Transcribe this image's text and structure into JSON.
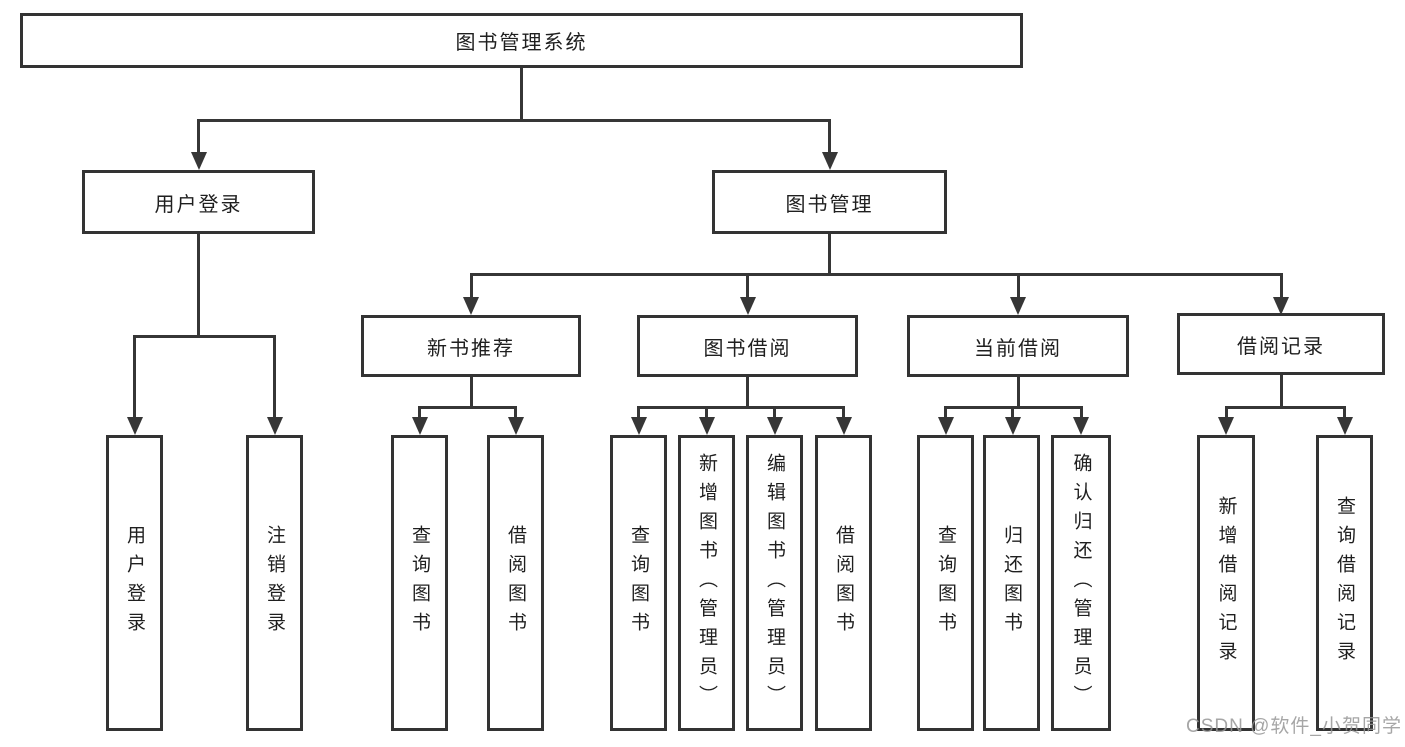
{
  "diagram": {
    "root": {
      "label": "图书管理系统"
    },
    "branches": [
      {
        "label": "用户登录",
        "children": [
          {
            "label": "用户登录"
          },
          {
            "label": "注销登录"
          }
        ]
      },
      {
        "label": "图书管理",
        "children": [
          {
            "label": "新书推荐",
            "children": [
              {
                "label": "查询图书"
              },
              {
                "label": "借阅图书"
              }
            ]
          },
          {
            "label": "图书借阅",
            "children": [
              {
                "label": "查询图书"
              },
              {
                "label": "新增图书（管理员）"
              },
              {
                "label": "编辑图书（管理员）"
              },
              {
                "label": "借阅图书"
              }
            ]
          },
          {
            "label": "当前借阅",
            "children": [
              {
                "label": "查询图书"
              },
              {
                "label": "归还图书"
              },
              {
                "label": "确认归还（管理员）"
              }
            ]
          },
          {
            "label": "借阅记录",
            "children": [
              {
                "label": "新增借阅记录"
              },
              {
                "label": "查询借阅记录"
              }
            ]
          }
        ]
      }
    ]
  },
  "watermark": "CSDN @软件_小贺同学",
  "colors": {
    "line": "#363636",
    "border": "#333333",
    "text": "#1f1f1f",
    "watermark": "#969696",
    "background": "#ffffff"
  }
}
